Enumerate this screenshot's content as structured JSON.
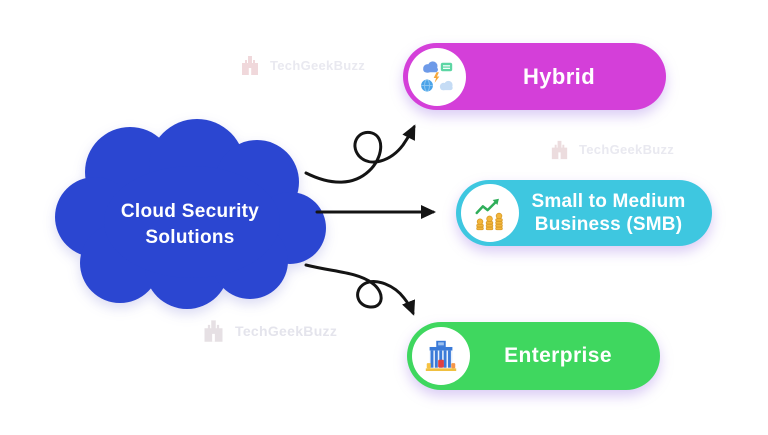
{
  "diagram": {
    "type": "mindmap",
    "root": {
      "full_label": "Cloud Security Solutions",
      "label_line1": "Cloud Security",
      "label_line2": "Solutions",
      "shape": "cloud",
      "color": "#2b46d1",
      "text_color": "#ffffff"
    },
    "nodes": [
      {
        "id": "hybrid",
        "label": "Hybrid",
        "color": "#d43fd9",
        "text_color": "#ffffff",
        "icon": "hybrid-cloud-icon"
      },
      {
        "id": "smb",
        "label": "Small to Medium Business (SMB)",
        "label_line1": "Small to Medium",
        "label_line2": "Business (SMB)",
        "color": "#3ec7e0",
        "text_color": "#ffffff",
        "icon": "growth-chart-icon"
      },
      {
        "id": "enterprise",
        "label": "Enterprise",
        "color": "#3fd75f",
        "text_color": "#ffffff",
        "icon": "enterprise-building-icon"
      }
    ],
    "connections": [
      {
        "from": "root",
        "to": "hybrid",
        "style": "curly-loop",
        "direction": "up-right"
      },
      {
        "from": "root",
        "to": "smb",
        "style": "straight",
        "direction": "right"
      },
      {
        "from": "root",
        "to": "enterprise",
        "style": "curly-loop",
        "direction": "down-right"
      }
    ],
    "arrow_color": "#141414"
  },
  "watermarks": [
    {
      "text": "TechGeekBuzz"
    },
    {
      "text": "TechGeekBuzz"
    },
    {
      "text": "TechGeekBuzz"
    }
  ]
}
